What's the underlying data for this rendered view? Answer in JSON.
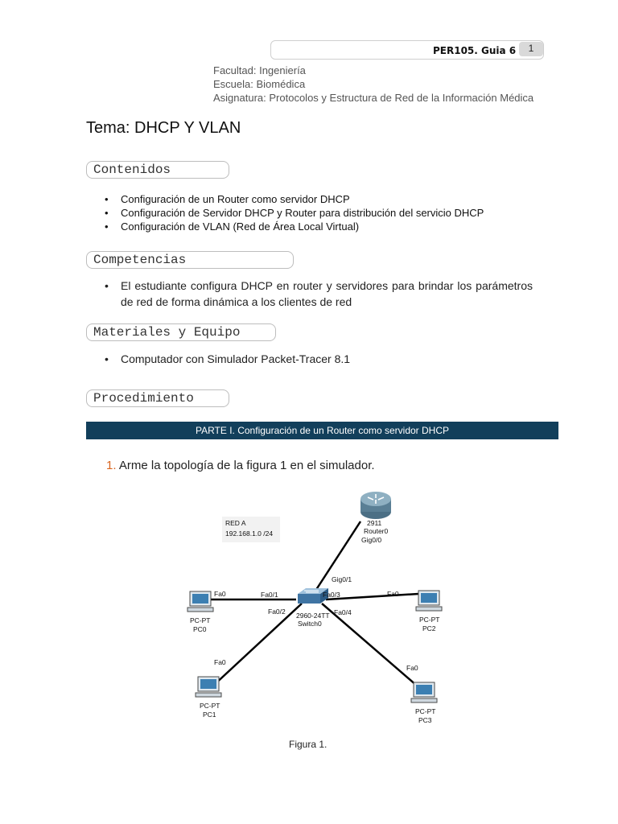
{
  "header": {
    "title": "PER105. Guia 6",
    "page": "1"
  },
  "meta": {
    "facultad": "Facultad: Ingeniería",
    "escuela": "Escuela: Biomédica",
    "asignatura": "Asignatura: Protocolos y Estructura de Red de la Información Médica"
  },
  "tema": "Tema: DHCP Y VLAN",
  "sections": {
    "contenidos": "Contenidos",
    "competencias": "Competencias",
    "materiales": "Materiales y Equipo",
    "procedimiento": "Procedimiento"
  },
  "contenidos_items": [
    "Configuración de un Router como servidor DHCP",
    "Configuración de Servidor DHCP y Router para distribución del servicio DHCP",
    "Configuración de VLAN (Red de Área Local Virtual)"
  ],
  "competencias_item": "El estudiante configura DHCP en router y servidores para brindar los parámetros de red de forma dinámica a los clientes de red",
  "materiales_item": "Computador con Simulador Packet-Tracer 8.1",
  "parte_bar": "PARTE I. Configuración de un Router como servidor DHCP",
  "step1": {
    "number": "1.",
    "text": "Arme la topología de la figura 1 en el simulador."
  },
  "figure": {
    "note_line1": "RED A",
    "note_line2": "192.168.1.0 /24",
    "router_model": "2911",
    "router_name": "Router0",
    "router_port": "Gig0/0",
    "switch_port_up": "Gig0/1",
    "switch_model": "2960-24TT",
    "switch_name": "Switch0",
    "pc0_port": "Fa0",
    "pc0_type": "PC-PT",
    "pc0_name": "PC0",
    "pc1_port": "Fa0",
    "pc1_type": "PC-PT",
    "pc1_name": "PC1",
    "pc2_port": "Fa0",
    "pc2_type": "PC-PT",
    "pc2_name": "PC2",
    "pc3_port": "Fa0",
    "pc3_type": "PC-PT",
    "pc3_name": "PC3",
    "sw_fa01": "Fa0/1",
    "sw_fa02": "Fa0/2",
    "sw_fa03": "Fa0/3",
    "sw_fa04": "Fa0/4",
    "caption": "Figura 1."
  },
  "colors": {
    "bar_bg": "#123f5b",
    "step_number": "#d9641e",
    "router": "#5a7f95",
    "switch": "#3f74a3"
  }
}
